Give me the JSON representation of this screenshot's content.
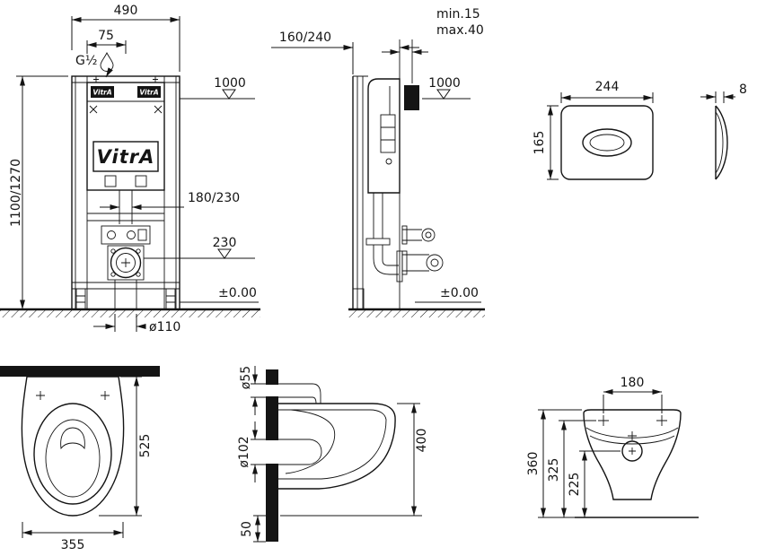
{
  "colors": {
    "ink": "#141414",
    "background": "#ffffff"
  },
  "brand": "VitrA",
  "frame_front": {
    "dim_width": "490",
    "dim_inlet_offset": "75",
    "inlet_thread": "G½",
    "inlet_icon": "water-drop-icon",
    "tab_left": "VitrA",
    "tab_right": "VitrA",
    "logo": "VitrA",
    "level_top": "1000",
    "dim_height": "1100/1270",
    "dim_flush_pipe": "180/230",
    "level_outlet": "230",
    "level_floor": "±0.00",
    "dim_drain": "ø110"
  },
  "frame_side": {
    "dim_depth": "160/240",
    "wall_gap_min": "min.15",
    "wall_gap_max": "max.40",
    "level_top": "1000",
    "level_floor": "±0.00"
  },
  "flush_plate": {
    "dim_width": "244",
    "dim_height": "165",
    "dim_thickness": "8"
  },
  "pan_top": {
    "dim_depth": "525",
    "dim_width": "355"
  },
  "pan_side": {
    "dim_flush_pipe": "ø55",
    "dim_outlet_pipe": "ø102",
    "dim_rim_height": "400",
    "dim_bottom_offset": "50"
  },
  "pan_front": {
    "dim_hole_spacing": "180",
    "dim_overall_height": "360",
    "dim_fixing_height": "325",
    "dim_outlet_height": "225"
  }
}
